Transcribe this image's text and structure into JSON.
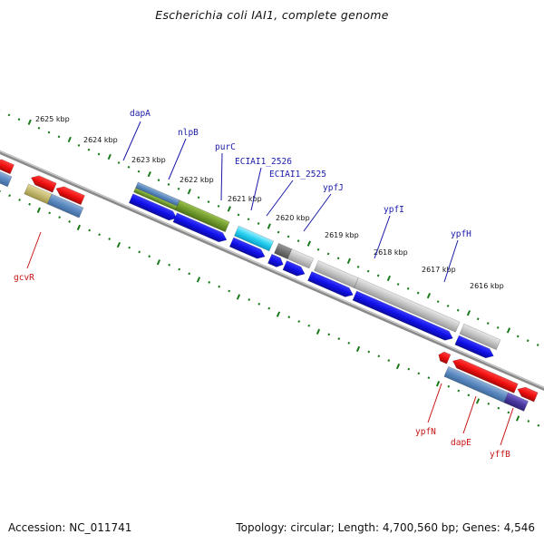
{
  "title": "Escherichia coli IAI1, complete genome",
  "footer": {
    "accession": "Accession: NC_011741",
    "summary": "Topology: circular; Length: 4,700,560 bp; Genes: 4,546"
  },
  "colors": {
    "backbone": "#8a8a8a",
    "tick": "#1a7a1a",
    "label_forward": "#1a1aa8",
    "label_reverse": "#c81414"
  },
  "kbp_labels": [
    "2625 kbp",
    "2624 kbp",
    "2623 kbp",
    "2622 kbp",
    "2621 kbp",
    "2620 kbp",
    "2619 kbp",
    "2618 kbp",
    "2617 kbp",
    "2616 kbp"
  ],
  "genes_forward": [
    "dapA",
    "nlpB",
    "purC",
    "ECIAI1_2526",
    "ECIAI1_2525",
    "ypfJ",
    "ypfI",
    "ypfH"
  ],
  "genes_reverse": [
    "gcvR",
    "ypfN",
    "dapE",
    "yffB"
  ]
}
